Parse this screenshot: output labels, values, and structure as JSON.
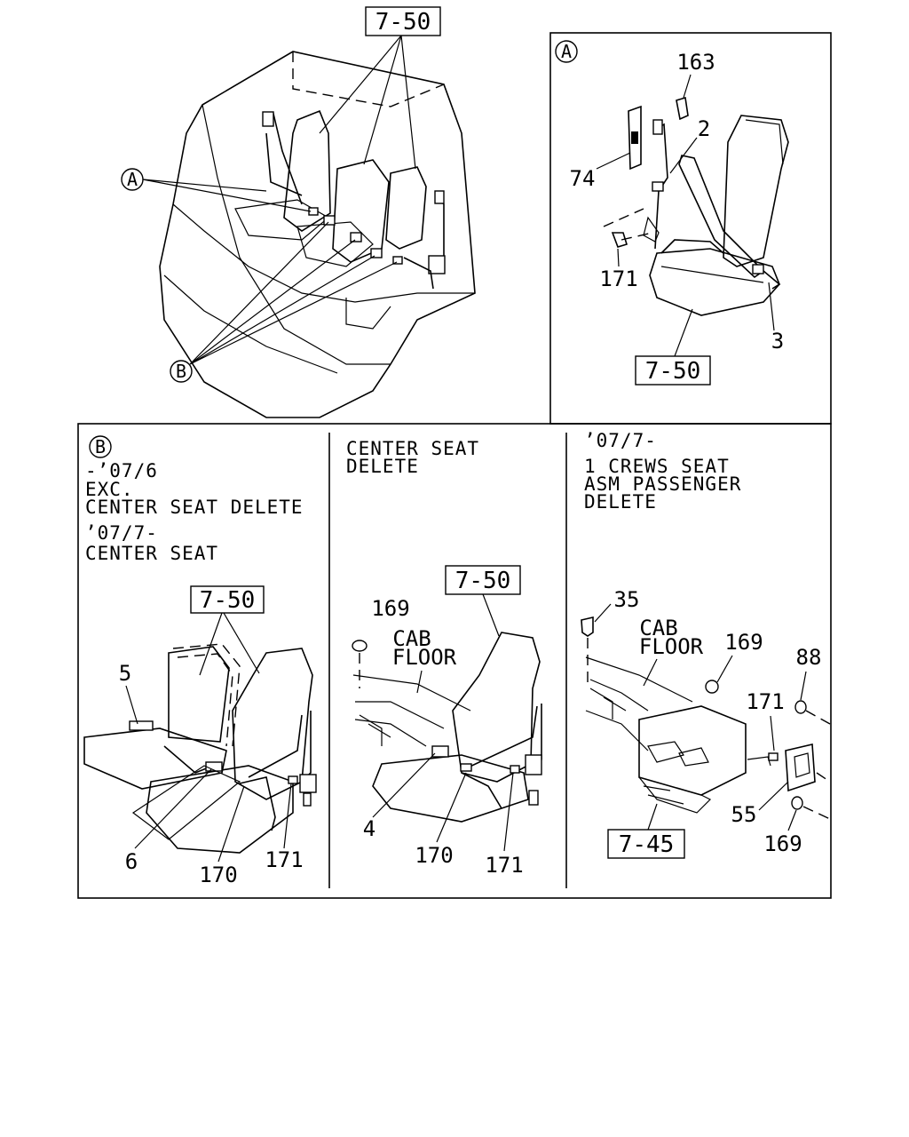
{
  "overview": {
    "ref_box": "7-50",
    "callout_a": "A",
    "callout_b": "B"
  },
  "detail_a": {
    "circle_label": "A",
    "parts": [
      "163",
      "2",
      "74",
      "171",
      "3"
    ],
    "ref_box": "7-50"
  },
  "detail_b": {
    "circle_label": "B",
    "panel1": {
      "notes": [
        "-’07/6",
        "EXC.",
        "CENTER SEAT DELETE",
        "’07/7-",
        "CENTER SEAT"
      ],
      "ref_box": "7-50",
      "parts": [
        "5",
        "6",
        "170",
        "171"
      ]
    },
    "panel2": {
      "notes": [
        "CENTER SEAT",
        "DELETE"
      ],
      "ref_box": "7-50",
      "parts": [
        "169",
        "4",
        "170",
        "171"
      ],
      "floor_label": [
        "CAB",
        "FLOOR"
      ]
    },
    "panel3": {
      "notes": [
        "’07/7-",
        "1 CREWS SEAT",
        "ASM PASSENGER",
        "DELETE"
      ],
      "ref_box": "7-45",
      "parts": [
        "35",
        "169",
        "88",
        "171",
        "55",
        "169"
      ],
      "floor_label": [
        "CAB",
        "FLOOR"
      ]
    }
  }
}
